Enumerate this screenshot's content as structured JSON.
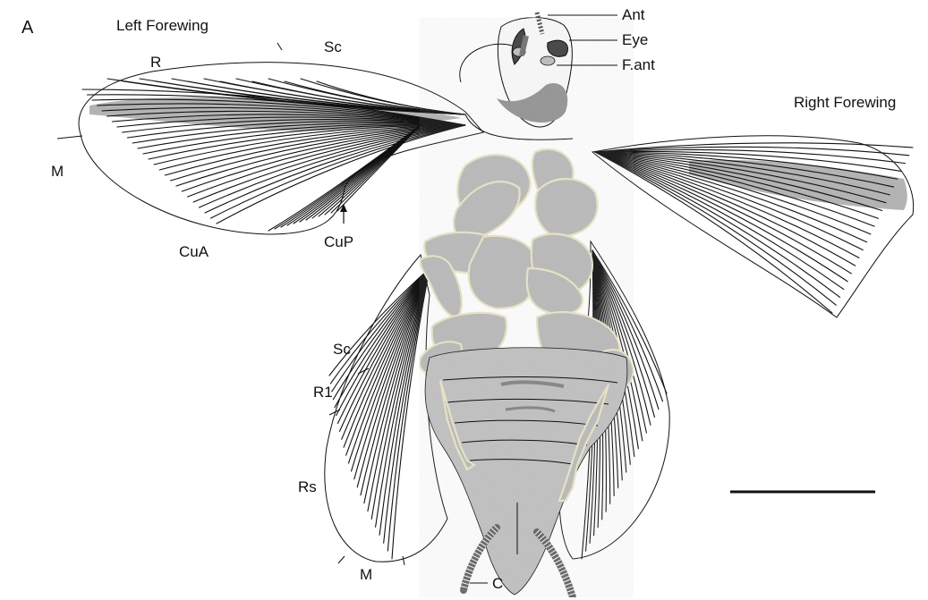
{
  "figure": {
    "panel_letter": "A",
    "wing_labels": {
      "left_forewing": "Left Forewing",
      "right_forewing": "Right Forewing"
    },
    "head_labels": {
      "antenna": "Ant",
      "eye": "Eye",
      "frontal_antenna": "F.ant"
    },
    "vein_labels": {
      "sc_upper": "Sc",
      "r": "R",
      "m_left": "M",
      "cua": "CuA",
      "cup": "CuP",
      "sc_hind": "Sc",
      "r1": "R1",
      "rs": "Rs",
      "m_hind": "M"
    },
    "cerci_label": "C",
    "colors": {
      "ink": "#111111",
      "sclerite_fill": "#bdbdbd",
      "sclerite_edge": "#e9e6c8",
      "shading": "#9a9a9a"
    }
  }
}
